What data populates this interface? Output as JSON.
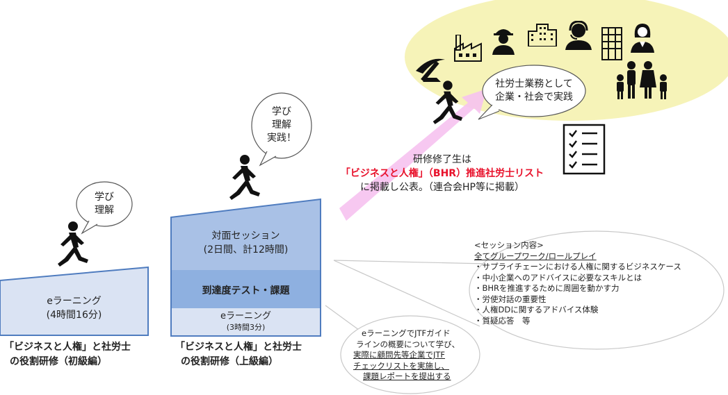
{
  "beginner": {
    "speech": [
      "学び",
      "理解"
    ],
    "box_title": "eラーニング",
    "box_sub": "(4時間16分)",
    "caption": [
      "「ビジネスと人権」と社労士",
      "の役割研修（初級編）"
    ]
  },
  "advanced": {
    "speech": [
      "学び",
      "理解",
      "実践！"
    ],
    "session_title": "対面セッション",
    "session_sub": "(2日間、計12時間)",
    "test_label": "到達度テスト・課題",
    "elearn_title": "eラーニング",
    "elearn_sub": "(3時間3分)",
    "caption": [
      "「ビジネスと人権」と社労士",
      "の役割研修（上級編）"
    ]
  },
  "goal_bubble": [
    "社労士業務として",
    "企業・社会で実践"
  ],
  "center_text": {
    "line1": "研修修了生は",
    "line2": "「ビジネスと人権」（BHR）推進社労士リスト",
    "line3": "に掲載し公表。（連合会HP等に掲載）"
  },
  "session_detail": {
    "heading": "<セッション内容>",
    "subheading": "全てグループワーク/ロールプレイ",
    "items": [
      "・サプライチェーンにおける人権に関するビジネスケース",
      "・中小企業へのアドバイスに必要なスキルとは",
      "・BHRを推進するために周囲を動かす力",
      "・労使対話の重要性",
      "・人権DDに関するアドバイス体験",
      "・質疑応答　等"
    ]
  },
  "elearn_detail": {
    "lines": [
      "eラーニングでJTFガイド",
      "ラインの概要について学び、",
      "実際に顧問先等企業でJTF",
      "チェックリストを実施し、",
      "課題レポートを提出する"
    ]
  },
  "icons": [
    "walking-person-icon",
    "factory-icon",
    "worker-icon",
    "building-icon",
    "operator-icon",
    "office-building-icon",
    "businesswoman-icon",
    "family-icon",
    "pickaxe-icon",
    "checklist-icon"
  ],
  "colors": {
    "box_light": "#dae3f3",
    "box_mid": "#a9c1e6",
    "box_dark": "#8eb0e0",
    "box_border": "#4f7cbf",
    "arrow_pink": "#f6c2ef",
    "goal_yellow": "#f6f3b8",
    "accent_red": "#e8102a"
  }
}
